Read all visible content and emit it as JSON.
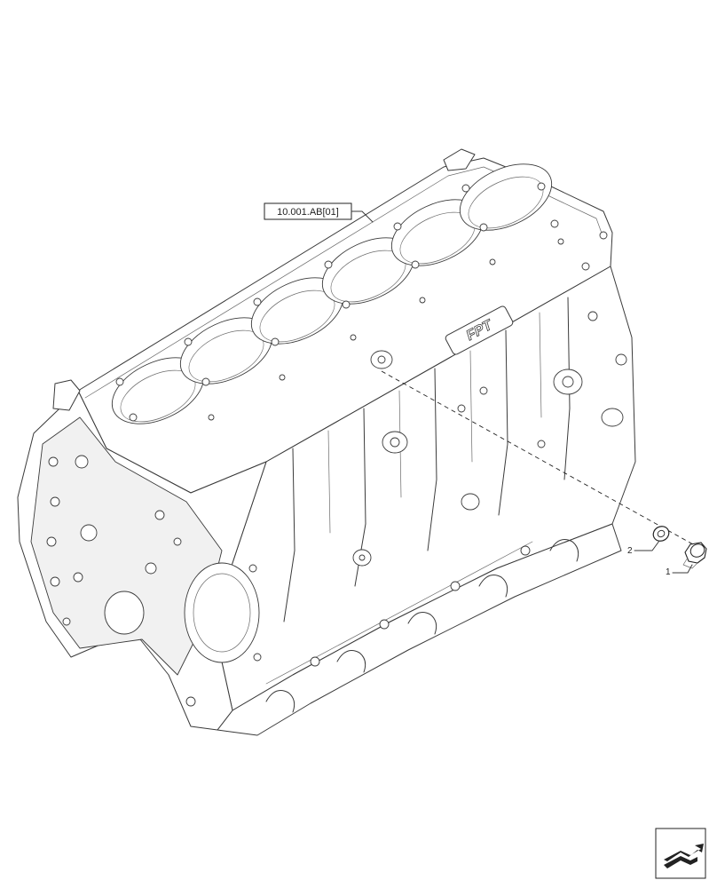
{
  "reference_label": "10.001.AB[01]",
  "callouts": [
    {
      "number": "2",
      "part": "washer"
    },
    {
      "number": "1",
      "part": "plug"
    }
  ],
  "logo_text": "FPT",
  "nav_icon": "next-page-arrow-icon"
}
